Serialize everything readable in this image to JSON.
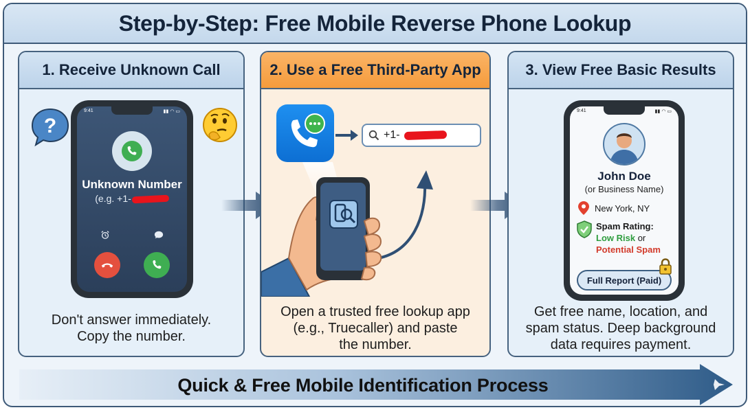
{
  "title": "Step-by-Step: Free Mobile Reverse Phone Lookup",
  "steps": [
    {
      "heading": "1. Receive Unknown Call",
      "caption_lines": [
        "Don't answer immediately.",
        "Copy the number."
      ],
      "phone": {
        "time": "9:41",
        "caller": "Unknown Number",
        "number_prefix": "(e.g. +1-"
      }
    },
    {
      "heading": "2. Use a Free Third-Party App",
      "caption_lines": [
        "Open a trusted free lookup app",
        "(e.g., Truecaller) and paste",
        "the number."
      ],
      "search_prefix": "+1-"
    },
    {
      "heading": "3. View Free Basic Results",
      "caption_lines": [
        "Get free name, location, and",
        "spam status. Deep background",
        "data requires payment."
      ],
      "phone": {
        "time": "9:41",
        "name": "John Doe",
        "subtitle": "(or Business Name)",
        "location": "New York, NY",
        "spam_label": "Spam Rating:",
        "low_risk": "Low Risk",
        "or": "or",
        "potential_spam": "Potential Spam",
        "full_report": "Full Report (Paid)"
      }
    }
  ],
  "banner": "Quick & Free Mobile Identification Process",
  "colors": {
    "frame_border": "#3e5a78",
    "step2_header": "#f59b3c",
    "accept_green": "#3fae52",
    "decline_red": "#e4503e",
    "low_risk_green": "#2f9d3f",
    "potential_spam_red": "#d23b2b"
  },
  "icons": [
    "question-bubble-icon",
    "thinking-face-icon",
    "phone-handset-icon",
    "alarm-icon",
    "message-icon",
    "decline-call-icon",
    "accept-call-icon",
    "call-chat-app-icon",
    "search-icon",
    "hand-holding-phone-icon",
    "magnifier-icon",
    "user-avatar-icon",
    "location-pin-icon",
    "shield-check-icon",
    "lock-icon",
    "flow-arrow-icon"
  ]
}
